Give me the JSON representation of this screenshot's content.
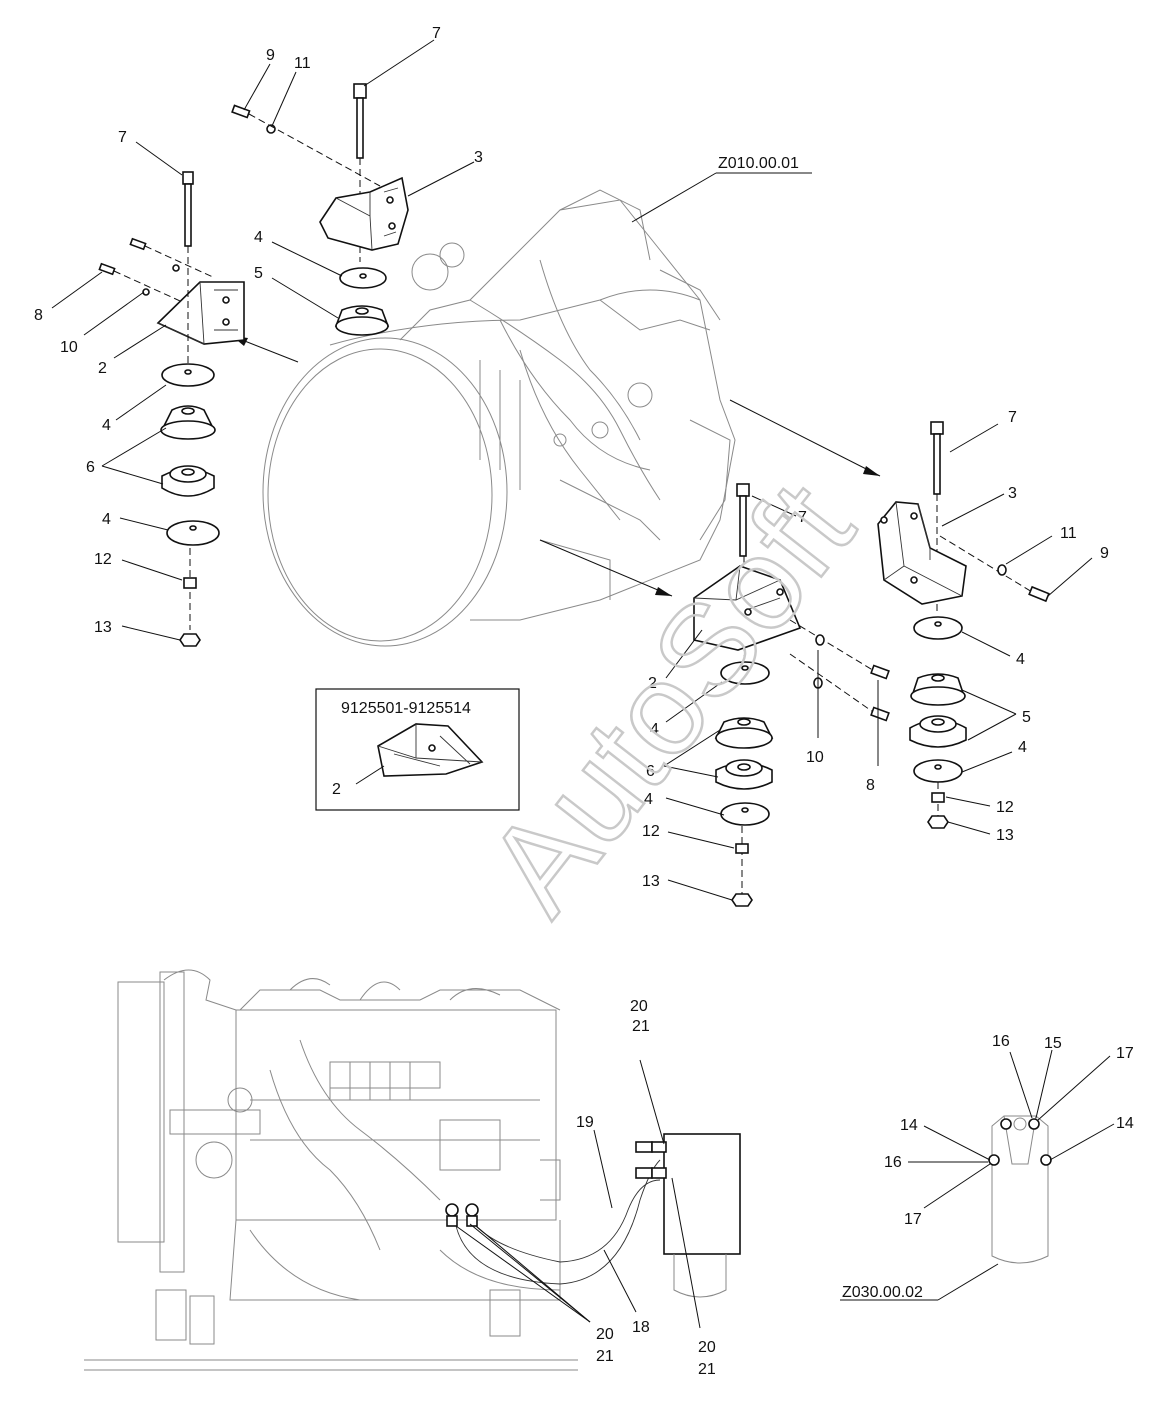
{
  "watermark": "AutoSoft",
  "callouts": {
    "7": "7",
    "9": "9",
    "11": "11",
    "3": "3",
    "4": "4",
    "5": "5",
    "8": "8",
    "10": "10",
    "2": "2",
    "6": "6",
    "12": "12",
    "13": "13",
    "14": "14",
    "15": "15",
    "16": "16",
    "17": "17",
    "18": "18",
    "19": "19",
    "20": "20",
    "21": "21"
  },
  "references": {
    "engine_top": "Z010.00.01",
    "filter": "Z030.00.02"
  },
  "serial_box": {
    "range": "9125501-9125514",
    "part": "2"
  }
}
